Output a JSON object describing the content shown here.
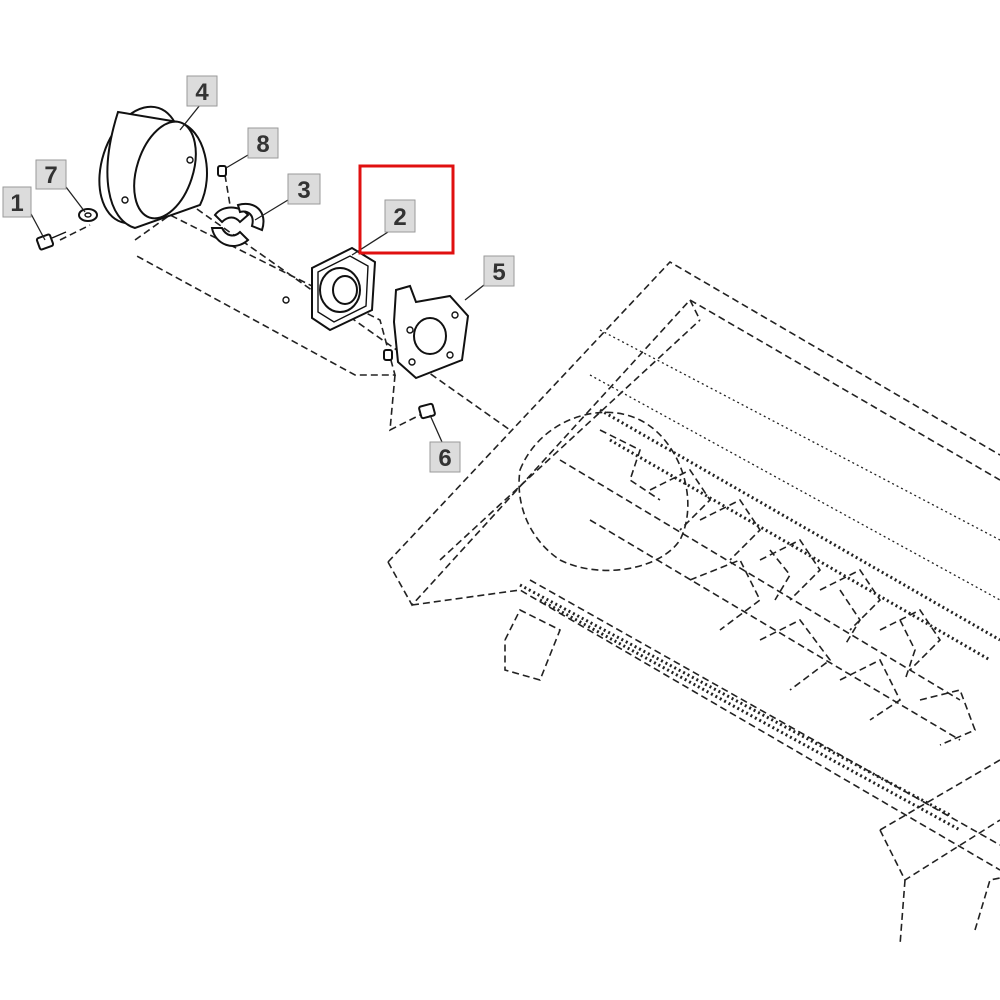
{
  "callouts": [
    {
      "id": "1",
      "label": "1"
    },
    {
      "id": "2",
      "label": "2"
    },
    {
      "id": "3",
      "label": "3"
    },
    {
      "id": "4",
      "label": "4"
    },
    {
      "id": "5",
      "label": "5"
    },
    {
      "id": "6",
      "label": "6"
    },
    {
      "id": "7",
      "label": "7"
    },
    {
      "id": "8",
      "label": "8"
    }
  ],
  "highlight": {
    "target": "2",
    "color": "#e01010"
  },
  "colors": {
    "line": "#111111",
    "callout_fill": "#dcdcdc",
    "callout_text": "#333333"
  }
}
